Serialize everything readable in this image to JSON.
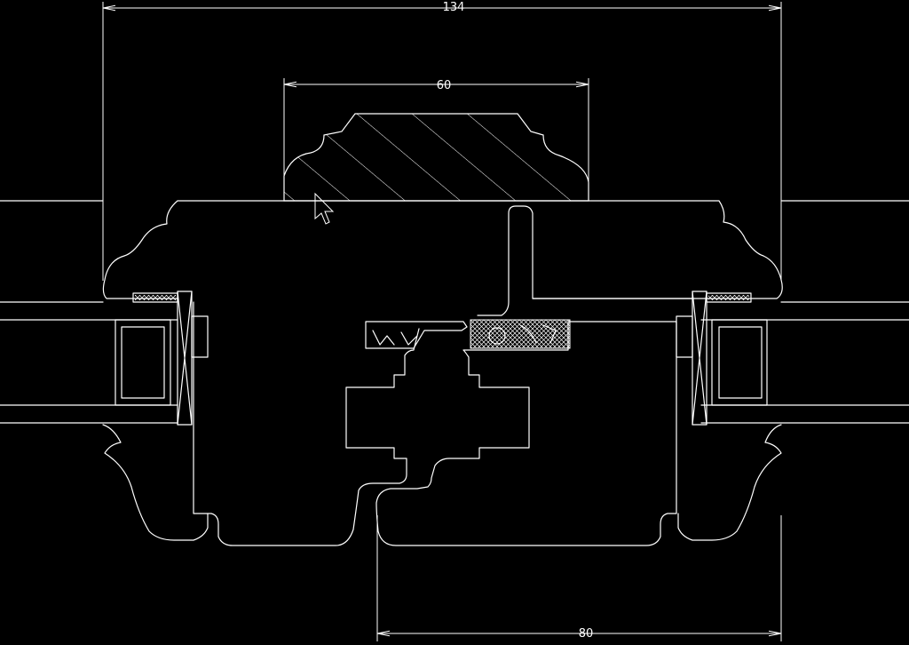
{
  "dimensions": {
    "overall_width": "134",
    "top_bead_width": "60",
    "sash_width": "80"
  },
  "colors": {
    "background": "#000000",
    "linework": "#ffffff"
  }
}
